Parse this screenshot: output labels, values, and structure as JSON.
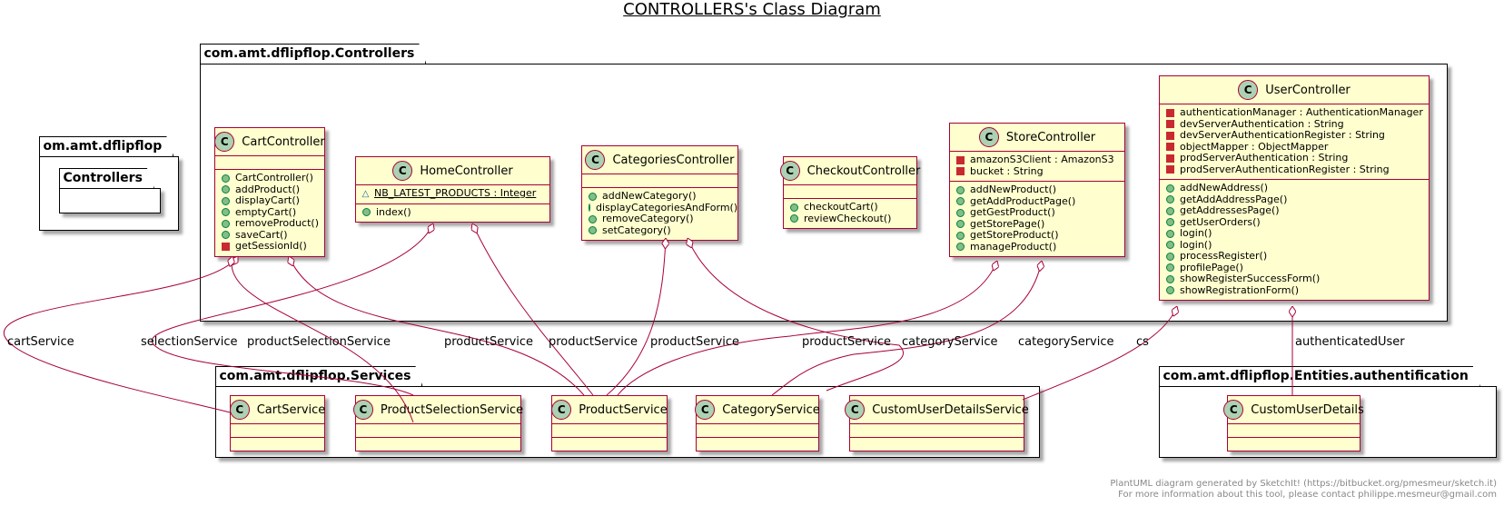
{
  "title": "CONTROLLERS's Class Diagram",
  "packages": {
    "controllers": "com.amt.dflipflop.Controllers",
    "orphan": "om.amt.dflipflop",
    "orphan_sub": "Controllers",
    "services": "com.amt.dflipflop.Services",
    "entities": "com.amt.dflipflop.Entities.authentification"
  },
  "classes": {
    "cart": {
      "name": "CartController",
      "methods": [
        "CartController()",
        "addProduct()",
        "displayCart()",
        "emptyCart()",
        "removeProduct()",
        "saveCart()",
        "getSessionId()"
      ]
    },
    "home": {
      "name": "HomeController",
      "fields": [
        "NB_LATEST_PRODUCTS : Integer"
      ],
      "methods": [
        "index()"
      ]
    },
    "categories": {
      "name": "CategoriesController",
      "methods": [
        "addNewCategory()",
        "displayCategoriesAndForm()",
        "removeCategory()",
        "setCategory()"
      ]
    },
    "checkout": {
      "name": "CheckoutController",
      "methods": [
        "checkoutCart()",
        "reviewCheckout()"
      ]
    },
    "store": {
      "name": "StoreController",
      "fields": [
        "amazonS3Client : AmazonS3",
        "bucket : String"
      ],
      "methods": [
        "addNewProduct()",
        "getAddProductPage()",
        "getGestProduct()",
        "getStorePage()",
        "getStoreProduct()",
        "manageProduct()"
      ]
    },
    "user": {
      "name": "UserController",
      "fields": [
        "authenticationManager : AuthenticationManager",
        "devServerAuthentication : String",
        "devServerAuthenticationRegister : String",
        "objectMapper : ObjectMapper",
        "prodServerAuthentication : String",
        "prodServerAuthenticationRegister : String"
      ],
      "methods": [
        "addNewAddress()",
        "getAddAddressPage()",
        "getAddressesPage()",
        "getUserOrders()",
        "login()",
        "login()",
        "processRegister()",
        "profilePage()",
        "showRegisterSuccessForm()",
        "showRegistrationForm()"
      ]
    },
    "cartService": {
      "name": "CartService"
    },
    "productSelectionService": {
      "name": "ProductSelectionService"
    },
    "productService": {
      "name": "ProductService"
    },
    "categoryService": {
      "name": "CategoryService"
    },
    "customUserDetailsService": {
      "name": "CustomUserDetailsService"
    },
    "customUserDetails": {
      "name": "CustomUserDetails"
    }
  },
  "links": {
    "cartService": "cartService",
    "selectionService": "selectionService",
    "productSelectionService": "productSelectionService",
    "productService1": "productService",
    "productService2": "productService",
    "productService3": "productService",
    "productService4": "productService",
    "categoryService1": "categoryService",
    "categoryService2": "categoryService",
    "cs": "cs",
    "authenticatedUser": "authenticatedUser"
  },
  "footer": {
    "line1": "PlantUML diagram generated by SketchIt! (https://bitbucket.org/pmesmeur/sketch.it)",
    "line2": "For more information about this tool, please contact philippe.mesmeur@gmail.com"
  },
  "colors": {
    "class_fill": "#fefece",
    "class_border": "#a80036",
    "class_icon": "#add1b2",
    "link": "#a80036"
  }
}
